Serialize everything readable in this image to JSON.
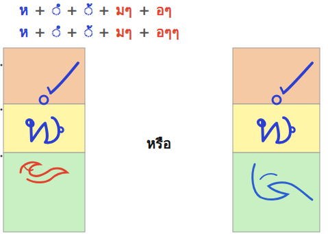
{
  "diagram": {
    "labels": [
      "ห",
      "+",
      "◌ํ",
      "+",
      "◌้",
      "+",
      "มๆ",
      "+",
      "อๆ",
      "ห",
      "+",
      "◌ํ",
      "+",
      "◌้",
      "+",
      "มๆ",
      "+",
      "อๆๆ",
      "หรือ"
    ]
  }
}
